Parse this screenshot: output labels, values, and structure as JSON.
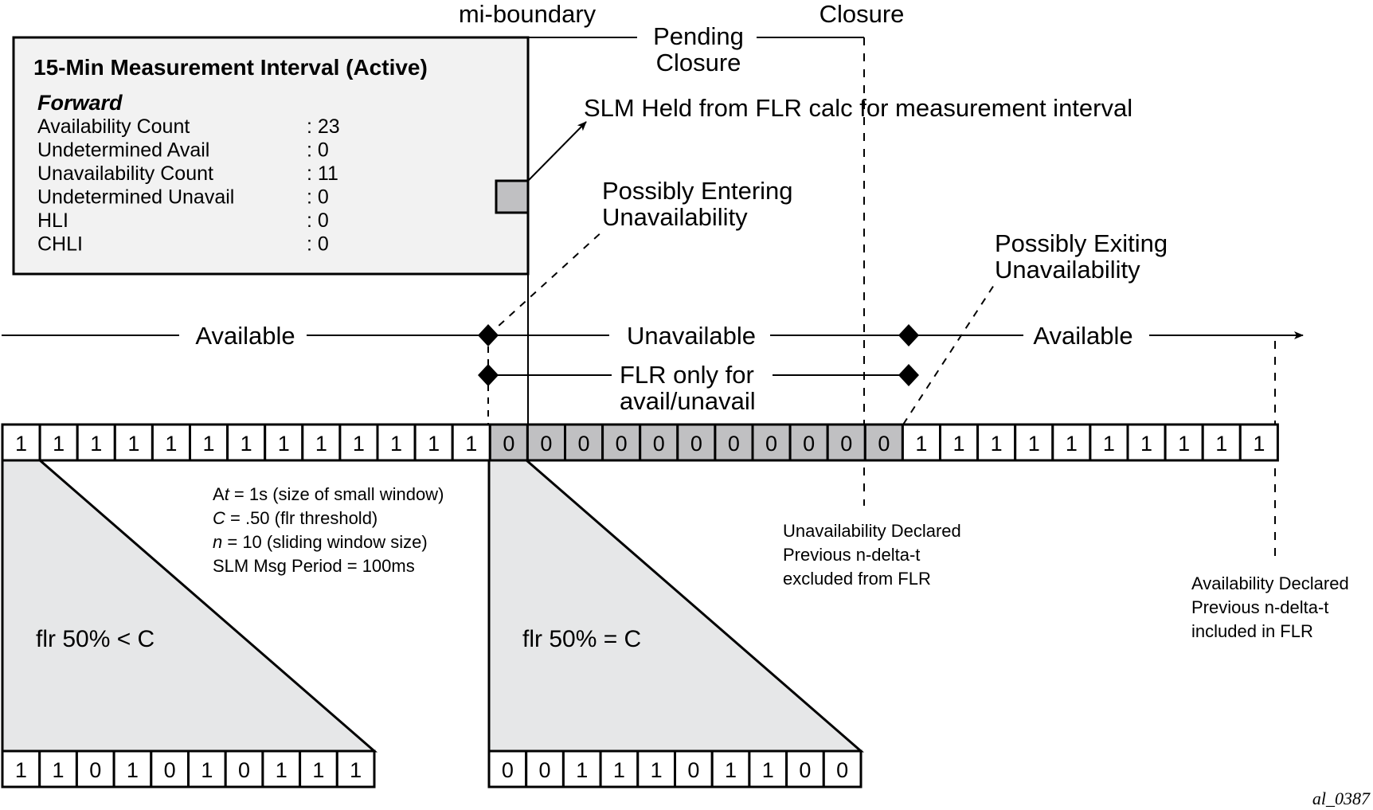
{
  "top_labels": {
    "mi_boundary": "mi-boundary",
    "closure": "Closure",
    "pending_line1": "Pending",
    "pending_line2": "Closure"
  },
  "measurement_box": {
    "title": "15-Min Measurement Interval (Active)",
    "direction": "Forward",
    "rows": [
      {
        "label": "Availability Count",
        "value": ": 23"
      },
      {
        "label": "Undetermined Avail",
        "value": ": 0"
      },
      {
        "label": "Unavailability Count",
        "value": ": 11"
      },
      {
        "label": "Undetermined Unavail",
        "value": ": 0"
      },
      {
        "label": "HLI",
        "value": ": 0"
      },
      {
        "label": "CHLI",
        "value": ": 0"
      }
    ]
  },
  "annotations": {
    "slm_held": "SLM Held from FLR calc for measurement interval",
    "entering_line1": "Possibly Entering",
    "entering_line2": "Unavailability",
    "exiting_line1": "Possibly Exiting",
    "exiting_line2": "Unavailability",
    "unavail_declared": [
      "Unavailability Declared",
      "Previous n-delta-t",
      "excluded from FLR"
    ],
    "avail_declared": [
      "Availability Declared",
      "Previous n-delta-t",
      "included in FLR"
    ]
  },
  "timeline": {
    "available_left": "Available",
    "unavailable": "Unavailable",
    "available_right": "Available",
    "flr_line1": "FLR only for",
    "flr_line2": "avail/unavail"
  },
  "sequence": {
    "cells": [
      1,
      1,
      1,
      1,
      1,
      1,
      1,
      1,
      1,
      1,
      1,
      1,
      1,
      0,
      0,
      0,
      0,
      0,
      0,
      0,
      0,
      0,
      0,
      0,
      1,
      1,
      1,
      1,
      1,
      1,
      1,
      1,
      1,
      1
    ],
    "unavailable_fill": "#c0c0c2",
    "available_fill": "#ffffff"
  },
  "parameters": {
    "delta_t_prefix": "A",
    "delta_t_var": "t",
    "delta_t_rest": " = 1s (size of small window)",
    "c_var": "C",
    "c_rest": " = .50 (flr threshold)",
    "n_var": "n",
    "n_rest": " = 10 (sliding window size)",
    "slm_period": "SLM Msg Period = 100ms"
  },
  "windows": [
    {
      "label": "flr 50% < C",
      "cells": [
        1,
        1,
        0,
        1,
        0,
        1,
        0,
        1,
        1,
        1
      ]
    },
    {
      "label": "flr 50% = C",
      "cells": [
        0,
        0,
        1,
        1,
        1,
        0,
        1,
        1,
        0,
        0
      ]
    }
  ],
  "colors": {
    "box_fill": "#f2f2f2",
    "window_fill": "#e6e7e8",
    "held_marker_fill": "#c0c0c2"
  },
  "figure_id": "al_0387"
}
